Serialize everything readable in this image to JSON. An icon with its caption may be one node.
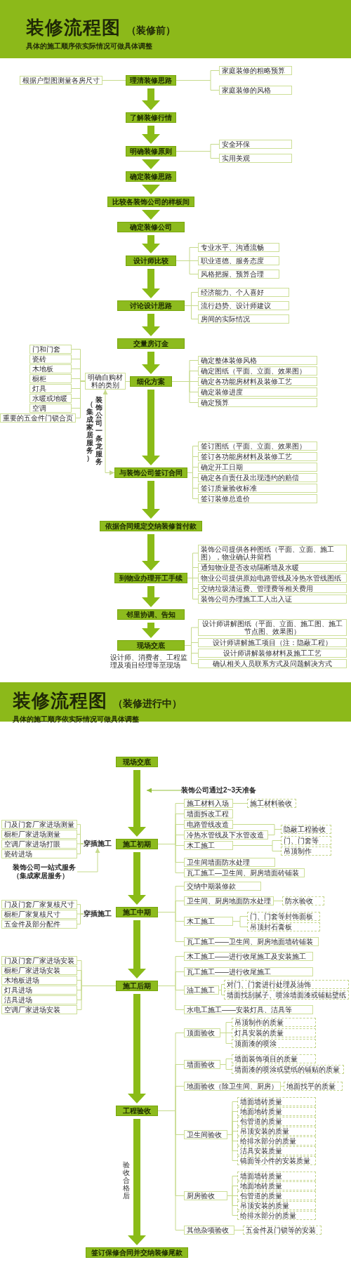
{
  "diagram": {
    "nodes": [
      {
        "text": [
          "装修流程图",
          "（装修前）",
          "具体的施工顺序依实际情况可做具体调整"
        ]
      },
      {
        "text": [
          "根据户型图测量各房尺寸"
        ]
      },
      {
        "text": [
          "理清装修思路"
        ]
      },
      {
        "text": [
          "家庭装修的粗略预算"
        ]
      },
      {
        "text": [
          "家庭装修的风格"
        ]
      },
      {
        "text": [
          "了解装修行情"
        ]
      },
      {
        "text": [
          "明确装修原则"
        ]
      },
      {
        "text": [
          "安全环保"
        ]
      },
      {
        "text": [
          "实用美观"
        ]
      },
      {
        "text": [
          "确定装修思路"
        ]
      },
      {
        "text": [
          "比较各装饰公司的样板间"
        ]
      },
      {
        "text": [
          "确定装修公司"
        ]
      },
      {
        "text": [
          "设计师比较"
        ]
      },
      {
        "text": [
          "专业水平、沟通流畅"
        ]
      },
      {
        "text": [
          "职业道德、服务态度"
        ]
      },
      {
        "text": [
          "风格把握、预算合理"
        ]
      },
      {
        "text": [
          "讨论设计思路"
        ]
      },
      {
        "text": [
          "经济能力、个人喜好"
        ]
      },
      {
        "text": [
          "流行趋势、设计师建议"
        ]
      },
      {
        "text": [
          "房间的实际情况"
        ]
      },
      {
        "text": [
          "交量房订金"
        ]
      },
      {
        "text": [
          "细化方案"
        ]
      },
      {
        "text": [
          "确定整体装修风格"
        ]
      },
      {
        "text": [
          "确定图纸（平面、立面、效果图）"
        ]
      },
      {
        "text": [
          "确定各功能房材料及装修工艺"
        ]
      },
      {
        "text": [
          "确定装修进度"
        ]
      },
      {
        "text": [
          "确定预算"
        ]
      },
      {
        "text": [
          "明确自购材料的类别"
        ]
      },
      {
        "text": [
          "门和门套"
        ]
      },
      {
        "text": [
          "瓷砖"
        ]
      },
      {
        "text": [
          "木地板"
        ]
      },
      {
        "text": [
          "橱柜"
        ]
      },
      {
        "text": [
          "灯具"
        ]
      },
      {
        "text": [
          "水暖或地暖"
        ]
      },
      {
        "text": [
          "空调"
        ]
      },
      {
        "text": [
          "重要的五金件门锁合页"
        ]
      },
      {
        "text": [
          "与装饰公司签订合同"
        ]
      },
      {
        "text": [
          "签订图纸（平面、立面、效果图）"
        ]
      },
      {
        "text": [
          "签订各功能房材料及装修工艺"
        ]
      },
      {
        "text": [
          "确定开工日期"
        ]
      },
      {
        "text": [
          "确定各自责任及出现违约的赔偿"
        ]
      },
      {
        "text": [
          "签订质量验收标准"
        ]
      },
      {
        "text": [
          "签订装修总造价"
        ]
      },
      {
        "text": [
          "依据合同规定交纳装修首付款"
        ]
      },
      {
        "text": [
          "到物业办理开工手续"
        ]
      },
      {
        "text": [
          "装饰公司提供各种图纸（平面、立面、施工图），物业确认并留档"
        ]
      },
      {
        "text": [
          "通知物业是否改动隔断墙及水暖"
        ]
      },
      {
        "text": [
          "物业公司提供原始电路管线及冷热水管线图纸"
        ]
      },
      {
        "text": [
          "交纳垃圾清运费、管理费等相关费用"
        ]
      },
      {
        "text": [
          "装饰公司办理施工工人出入证"
        ]
      },
      {
        "text": [
          "邻里协调、告知"
        ]
      },
      {
        "text": [
          "现场交底"
        ],
        "beside": [
          "设计师、消费者、工程监理及项目经理等至现场"
        ]
      },
      {
        "text": [
          "设计师讲解图纸（平面、立面、施工图、施工节点图、效果图）"
        ]
      },
      {
        "text": [
          "设计师讲解施工项目（注：隐蔽工程）"
        ]
      },
      {
        "text": [
          "设计师讲解装修材料及施工工艺"
        ]
      },
      {
        "text": [
          "确认相关人员联系方式及问题解决方式"
        ]
      },
      {
        "text": [
          "装修流程图",
          "（装修进行中）",
          "具体的施工顺序依实际情况可做具体调整"
        ]
      },
      {
        "text": [
          "现场交底"
        ]
      },
      {
        "text": [
          "装饰公司通过2~3天准备"
        ]
      },
      {
        "text": [
          "施工初期"
        ]
      },
      {
        "text": [
          "施工材料入场"
        ]
      },
      {
        "text": [
          "施工材料验收"
        ]
      },
      {
        "text": [
          "墙面拆改工程"
        ]
      },
      {
        "text": [
          "电路管线改造"
        ]
      },
      {
        "text": [
          "冷热水管线及下水管改造"
        ]
      },
      {
        "text": [
          "隐蔽工程验收"
        ]
      },
      {
        "text": [
          "木工施工"
        ]
      },
      {
        "text": [
          "门、门套等"
        ]
      },
      {
        "text": [
          "吊顶制作"
        ]
      },
      {
        "text": [
          "卫生间墙面防水处理"
        ]
      },
      {
        "text": [
          "瓦工施工—卫生间、厨房墙面砖铺装"
        ]
      },
      {
        "text": [
          "门及门套厂家进场测量"
        ]
      },
      {
        "text": [
          "橱柜厂家进场测量"
        ]
      },
      {
        "text": [
          "空调厂家进场打眼"
        ]
      },
      {
        "text": [
          "瓷砖进场"
        ]
      },
      {
        "text": [
          "穿插施工"
        ]
      },
      {
        "text": [
          "装饰公司一站式服务（集成家居服务）"
        ]
      },
      {
        "text": [
          "施工中期"
        ]
      },
      {
        "text": [
          "交纳中期装修款"
        ]
      },
      {
        "text": [
          "卫生间、厨房地面防水处理"
        ]
      },
      {
        "text": [
          "防水验收"
        ]
      },
      {
        "text": [
          "木工施工"
        ]
      },
      {
        "text": [
          "门、门套等封饰面板"
        ]
      },
      {
        "text": [
          "吊顶封石膏板"
        ]
      },
      {
        "text": [
          "瓦工施工——卫生间、厨房地面墙砖铺装"
        ]
      },
      {
        "text": [
          "门及门套厂家复核尺寸"
        ]
      },
      {
        "text": [
          "橱柜厂家复核尺寸"
        ]
      },
      {
        "text": [
          "五金件及部分配件"
        ]
      },
      {
        "text": [
          "穿插施工"
        ]
      },
      {
        "text": [
          "施工后期"
        ]
      },
      {
        "text": [
          "木工施工——进行收尾施工及安装施工"
        ]
      },
      {
        "text": [
          "瓦工施工——进行收尾施工"
        ]
      },
      {
        "text": [
          "油工施工"
        ]
      },
      {
        "text": [
          "对门、门套进行处理及油饰"
        ]
      },
      {
        "text": [
          "墙面找刮腻子、喷涂墙面漆或铺贴壁纸"
        ]
      },
      {
        "text": [
          "水电工施工——安装灯具、洁具等"
        ]
      },
      {
        "text": [
          "门及门套厂家进场安装"
        ]
      },
      {
        "text": [
          "橱柜厂家进场安装"
        ]
      },
      {
        "text": [
          "木地板进场"
        ]
      },
      {
        "text": [
          "灯具进场"
        ]
      },
      {
        "text": [
          "洁具进场"
        ]
      },
      {
        "text": [
          "空调厂家进场安装"
        ]
      },
      {
        "text": [
          "工程验收"
        ]
      },
      {
        "text": [
          "顶面验收"
        ]
      },
      {
        "text": [
          "吊顶制作的质量"
        ]
      },
      {
        "text": [
          "灯具安装的质量"
        ]
      },
      {
        "text": [
          "顶面漆的喷涂"
        ]
      },
      {
        "text": [
          "墙面验收"
        ]
      },
      {
        "text": [
          "墙面装饰项目的质量"
        ]
      },
      {
        "text": [
          "墙面漆的喷涂或壁纸的铺贴的质量"
        ]
      },
      {
        "text": [
          "地面验收（除卫生间、厨房）"
        ]
      },
      {
        "text": [
          "地面找平的质量"
        ]
      },
      {
        "text": [
          "卫生间验收"
        ]
      },
      {
        "text": [
          "墙面墙砖质量"
        ]
      },
      {
        "text": [
          "地面地砖质量"
        ]
      },
      {
        "text": [
          "包管道的质量"
        ]
      },
      {
        "text": [
          "吊顶安装的质量"
        ]
      },
      {
        "text": [
          "给排水部分的质量"
        ]
      },
      {
        "text": [
          "洁具安装质量"
        ]
      },
      {
        "text": [
          "镜面等小件的安装质量"
        ]
      },
      {
        "text": [
          "厨房验收"
        ]
      },
      {
        "text": [
          "墙面墙砖质量"
        ]
      },
      {
        "text": [
          "地面地砖质量"
        ]
      },
      {
        "text": [
          "包管道的质量"
        ]
      },
      {
        "text": [
          "吊顶安装的质量"
        ]
      },
      {
        "text": [
          "给排水部分的质量"
        ]
      },
      {
        "text": [
          "其他杂项验收"
        ]
      },
      {
        "text": [
          "五金件及门锁等的安装"
        ]
      },
      {
        "text": [
          "签订保修合同并交纳装修尾款"
        ]
      }
    ],
    "edges": [
      {
        "from": 2,
        "to": 5,
        "arrow": "to",
        "style": "thick",
        "color": "#8abb17"
      },
      {
        "from": 5,
        "to": 6,
        "arrow": "to",
        "style": "thick",
        "color": "#8abb17"
      },
      {
        "from": 6,
        "to": 9,
        "arrow": "to",
        "style": "thick",
        "color": "#8abb17"
      },
      {
        "from": 9,
        "to": 10,
        "arrow": "to",
        "style": "thick",
        "color": "#8abb17"
      },
      {
        "from": 10,
        "to": 11,
        "arrow": "to",
        "style": "thick",
        "color": "#8abb17"
      },
      {
        "from": 11,
        "to": 12,
        "arrow": "to",
        "style": "thick",
        "color": "#8abb17"
      },
      {
        "from": 12,
        "to": 16,
        "arrow": "to",
        "style": "thick",
        "color": "#8abb17"
      },
      {
        "from": 16,
        "to": 20,
        "arrow": "to",
        "style": "thick",
        "color": "#8abb17"
      },
      {
        "from": 20,
        "to": 21,
        "arrow": "to",
        "style": "thick",
        "color": "#8abb17"
      },
      {
        "from": 21,
        "to": 36,
        "arrow": "to",
        "style": "thick",
        "color": "#8abb17"
      },
      {
        "from": 36,
        "to": 43,
        "arrow": "to",
        "style": "thick",
        "color": "#8abb17"
      },
      {
        "from": 43,
        "to": 44,
        "arrow": "to",
        "style": "thick",
        "color": "#8abb17"
      },
      {
        "from": 44,
        "to": 50,
        "arrow": "to",
        "style": "thick",
        "color": "#8abb17"
      },
      {
        "from": 50,
        "to": 51,
        "arrow": "to",
        "style": "thick",
        "color": "#8abb17"
      },
      {
        "from": 1,
        "to": 2,
        "arrow": "none"
      },
      {
        "from": 2,
        "to": 3,
        "arrow": "none"
      },
      {
        "from": 2,
        "to": 4,
        "arrow": "none"
      },
      {
        "from": 6,
        "to": 7,
        "arrow": "none"
      },
      {
        "from": 6,
        "to": 8,
        "arrow": "none"
      },
      {
        "from": 12,
        "to": 13,
        "arrow": "none"
      },
      {
        "from": 12,
        "to": 14,
        "arrow": "none"
      },
      {
        "from": 12,
        "to": 15,
        "arrow": "none"
      },
      {
        "from": 16,
        "to": 17,
        "arrow": "none"
      },
      {
        "from": 16,
        "to": 18,
        "arrow": "none"
      },
      {
        "from": 16,
        "to": 19,
        "arrow": "none"
      },
      {
        "from": 21,
        "to": 22,
        "arrow": "none"
      },
      {
        "from": 21,
        "to": 23,
        "arrow": "none"
      },
      {
        "from": 21,
        "to": 24,
        "arrow": "none"
      },
      {
        "from": 21,
        "to": 25,
        "arrow": "none"
      },
      {
        "from": 21,
        "to": 26,
        "arrow": "none"
      },
      {
        "from": 28,
        "to": 27,
        "arrow": "none"
      },
      {
        "from": 29,
        "to": 27,
        "arrow": "none"
      },
      {
        "from": 30,
        "to": 27,
        "arrow": "none"
      },
      {
        "from": 31,
        "to": 27,
        "arrow": "none"
      },
      {
        "from": 32,
        "to": 27,
        "arrow": "none"
      },
      {
        "from": 33,
        "to": 27,
        "arrow": "none"
      },
      {
        "from": 34,
        "to": 27,
        "arrow": "none"
      },
      {
        "from": 35,
        "to": 27,
        "arrow": "none"
      },
      {
        "from": 27,
        "to": 21,
        "arrow": "none"
      },
      {
        "from": 27,
        "to": 36,
        "arrow": "both"
      },
      {
        "from": 36,
        "to": 37,
        "arrow": "none"
      },
      {
        "from": 36,
        "to": 38,
        "arrow": "none"
      },
      {
        "from": 36,
        "to": 39,
        "arrow": "none"
      },
      {
        "from": 36,
        "to": 40,
        "arrow": "none"
      },
      {
        "from": 36,
        "to": 41,
        "arrow": "none"
      },
      {
        "from": 36,
        "to": 42,
        "arrow": "none"
      },
      {
        "from": 44,
        "to": 45,
        "arrow": "none"
      },
      {
        "from": 44,
        "to": 46,
        "arrow": "none"
      },
      {
        "from": 44,
        "to": 47,
        "arrow": "none"
      },
      {
        "from": 44,
        "to": 48,
        "arrow": "none"
      },
      {
        "from": 44,
        "to": 49,
        "arrow": "none"
      },
      {
        "from": 51,
        "to": 52,
        "arrow": "none"
      },
      {
        "from": 51,
        "to": 53,
        "arrow": "none"
      },
      {
        "from": 51,
        "to": 54,
        "arrow": "none"
      },
      {
        "from": 51,
        "to": 55,
        "arrow": "none"
      },
      {
        "from": 57,
        "to": 59,
        "arrow": "to",
        "style": "thick",
        "color": "#8abb17"
      },
      {
        "from": 58,
        "to": null,
        "arrow": "to",
        "color": "#93bf3a"
      },
      {
        "from": 59,
        "to": 77,
        "arrow": "to",
        "style": "thick",
        "color": "#8abb17"
      },
      {
        "from": 77,
        "to": 89,
        "arrow": "to",
        "style": "thick",
        "color": "#8abb17"
      },
      {
        "from": 89,
        "to": 102,
        "arrow": "to",
        "style": "thick",
        "color": "#8abb17"
      },
      {
        "from": 102,
        "to": 128,
        "arrow": "to",
        "style": "thick",
        "color": "#8abb17",
        "label": "验收合格后"
      },
      {
        "from": 59,
        "to": 60,
        "arrow": "none"
      },
      {
        "from": 59,
        "to": 62,
        "arrow": "none"
      },
      {
        "from": 59,
        "to": 63,
        "arrow": "none"
      },
      {
        "from": 59,
        "to": 64,
        "arrow": "none"
      },
      {
        "from": 59,
        "to": 66,
        "arrow": "none"
      },
      {
        "from": 59,
        "to": 69,
        "arrow": "none"
      },
      {
        "from": 59,
        "to": 70,
        "arrow": "none"
      },
      {
        "from": 60,
        "to": 61,
        "arrow": "none"
      },
      {
        "from": 63,
        "to": 65,
        "arrow": "none"
      },
      {
        "from": 64,
        "to": 65,
        "arrow": "none"
      },
      {
        "from": 66,
        "to": 67,
        "arrow": "none"
      },
      {
        "from": 66,
        "to": 68,
        "arrow": "none"
      },
      {
        "from": 71,
        "to": 75,
        "arrow": "none"
      },
      {
        "from": 72,
        "to": 75,
        "arrow": "none"
      },
      {
        "from": 73,
        "to": 75,
        "arrow": "none"
      },
      {
        "from": 74,
        "to": 75,
        "arrow": "none"
      },
      {
        "from": 76,
        "to": 75,
        "arrow": "to"
      },
      {
        "from": 77,
        "to": 78,
        "arrow": "none"
      },
      {
        "from": 77,
        "to": 79,
        "arrow": "none"
      },
      {
        "from": 77,
        "to": 81,
        "arrow": "none"
      },
      {
        "from": 77,
        "to": 84,
        "arrow": "none"
      },
      {
        "from": 79,
        "to": 80,
        "arrow": "none"
      },
      {
        "from": 81,
        "to": 82,
        "arrow": "none"
      },
      {
        "from": 81,
        "to": 83,
        "arrow": "none"
      },
      {
        "from": 85,
        "to": 88,
        "arrow": "none"
      },
      {
        "from": 86,
        "to": 88,
        "arrow": "none"
      },
      {
        "from": 87,
        "to": 88,
        "arrow": "none"
      },
      {
        "from": 89,
        "to": 90,
        "arrow": "none"
      },
      {
        "from": 89,
        "to": 91,
        "arrow": "none"
      },
      {
        "from": 89,
        "to": 92,
        "arrow": "none"
      },
      {
        "from": 89,
        "to": 95,
        "arrow": "none"
      },
      {
        "from": 92,
        "to": 93,
        "arrow": "none"
      },
      {
        "from": 92,
        "to": 94,
        "arrow": "none"
      },
      {
        "from": 96,
        "to": 89,
        "arrow": "none"
      },
      {
        "from": 97,
        "to": 89,
        "arrow": "none"
      },
      {
        "from": 98,
        "to": 89,
        "arrow": "none"
      },
      {
        "from": 99,
        "to": 89,
        "arrow": "none"
      },
      {
        "from": 100,
        "to": 89,
        "arrow": "none"
      },
      {
        "from": 101,
        "to": 89,
        "arrow": "none"
      },
      {
        "from": 102,
        "to": 103,
        "arrow": "none"
      },
      {
        "from": 102,
        "to": 107,
        "arrow": "none"
      },
      {
        "from": 102,
        "to": 110,
        "arrow": "none"
      },
      {
        "from": 102,
        "to": 112,
        "arrow": "none"
      },
      {
        "from": 102,
        "to": 120,
        "arrow": "none"
      },
      {
        "from": 102,
        "to": 126,
        "arrow": "none"
      },
      {
        "from": 103,
        "to": 104,
        "arrow": "none"
      },
      {
        "from": 103,
        "to": 105,
        "arrow": "none"
      },
      {
        "from": 103,
        "to": 106,
        "arrow": "none"
      },
      {
        "from": 107,
        "to": 108,
        "arrow": "none"
      },
      {
        "from": 107,
        "to": 109,
        "arrow": "none"
      },
      {
        "from": 110,
        "to": 111,
        "arrow": "none"
      },
      {
        "from": 112,
        "to": 113,
        "arrow": "none"
      },
      {
        "from": 112,
        "to": 114,
        "arrow": "none"
      },
      {
        "from": 112,
        "to": 115,
        "arrow": "none"
      },
      {
        "from": 112,
        "to": 116,
        "arrow": "none"
      },
      {
        "from": 112,
        "to": 117,
        "arrow": "none"
      },
      {
        "from": 112,
        "to": 118,
        "arrow": "none"
      },
      {
        "from": 112,
        "to": 119,
        "arrow": "none"
      },
      {
        "from": 120,
        "to": 121,
        "arrow": "none"
      },
      {
        "from": 120,
        "to": 122,
        "arrow": "none"
      },
      {
        "from": 120,
        "to": 123,
        "arrow": "none"
      },
      {
        "from": 120,
        "to": 124,
        "arrow": "none"
      },
      {
        "from": 120,
        "to": 125,
        "arrow": "none"
      },
      {
        "from": 126,
        "to": 127,
        "arrow": "none"
      }
    ],
    "labels": [
      "装饰公司一条龙服务",
      "（集成家居服务）"
    ]
  }
}
